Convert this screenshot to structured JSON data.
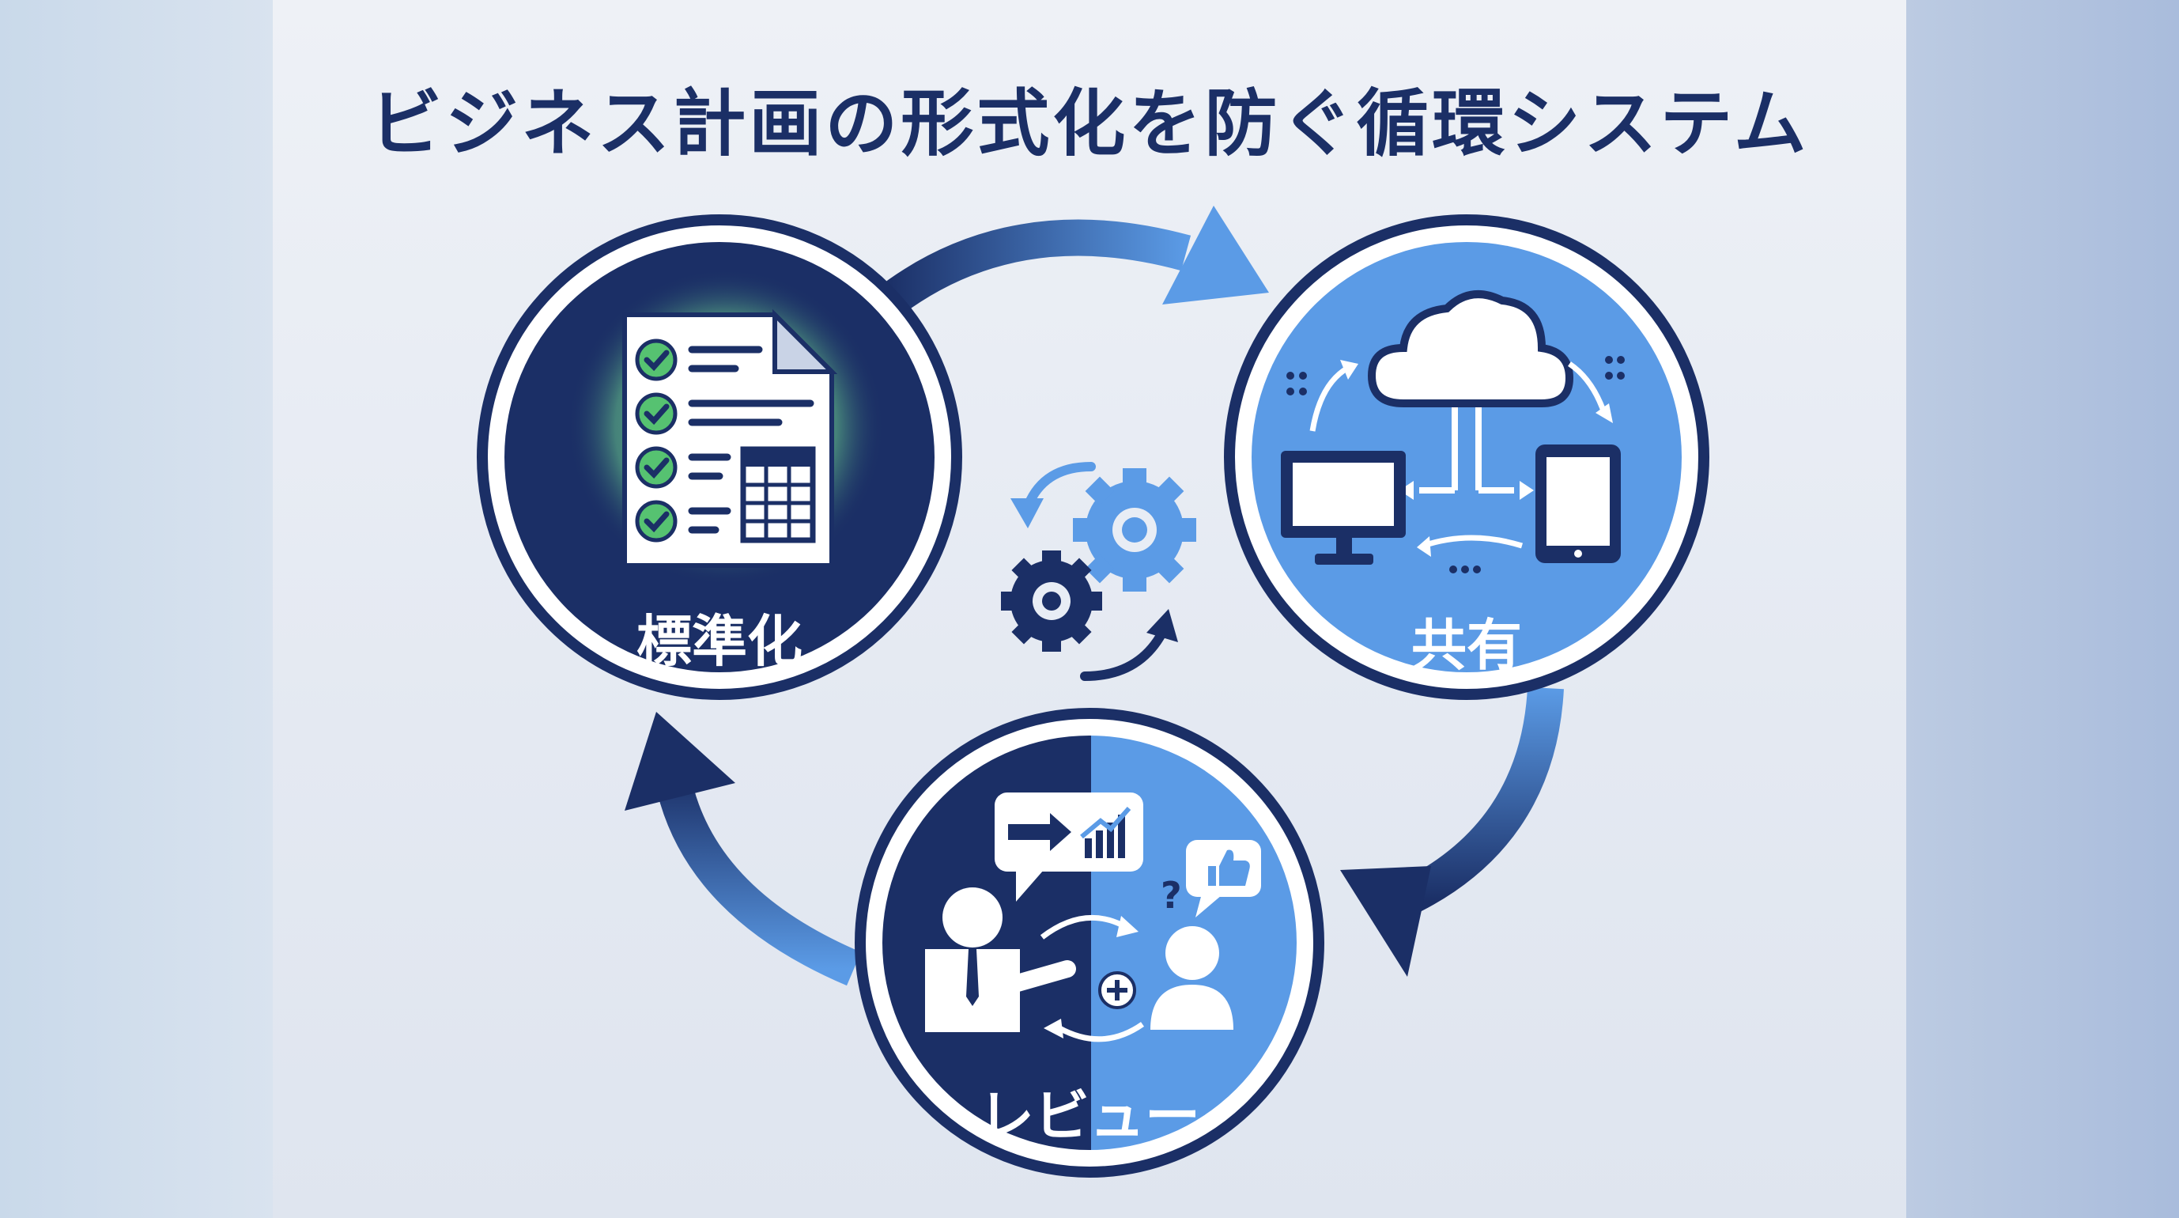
{
  "title": "ビジネス計画の形式化を防ぐ循環システム",
  "nodes": {
    "standardize": {
      "label": "標準化",
      "icon": "checklist-document-icon"
    },
    "share": {
      "label": "共有",
      "icon": "cloud-sync-devices-icon"
    },
    "review": {
      "label": "レビュー",
      "icon": "presentation-feedback-icon"
    }
  },
  "center_icon": "gears-cycle-icon",
  "colors": {
    "navy": "#1b2f66",
    "blue": "#5b9be6",
    "green_check": "#56c271",
    "white": "#ffffff"
  }
}
